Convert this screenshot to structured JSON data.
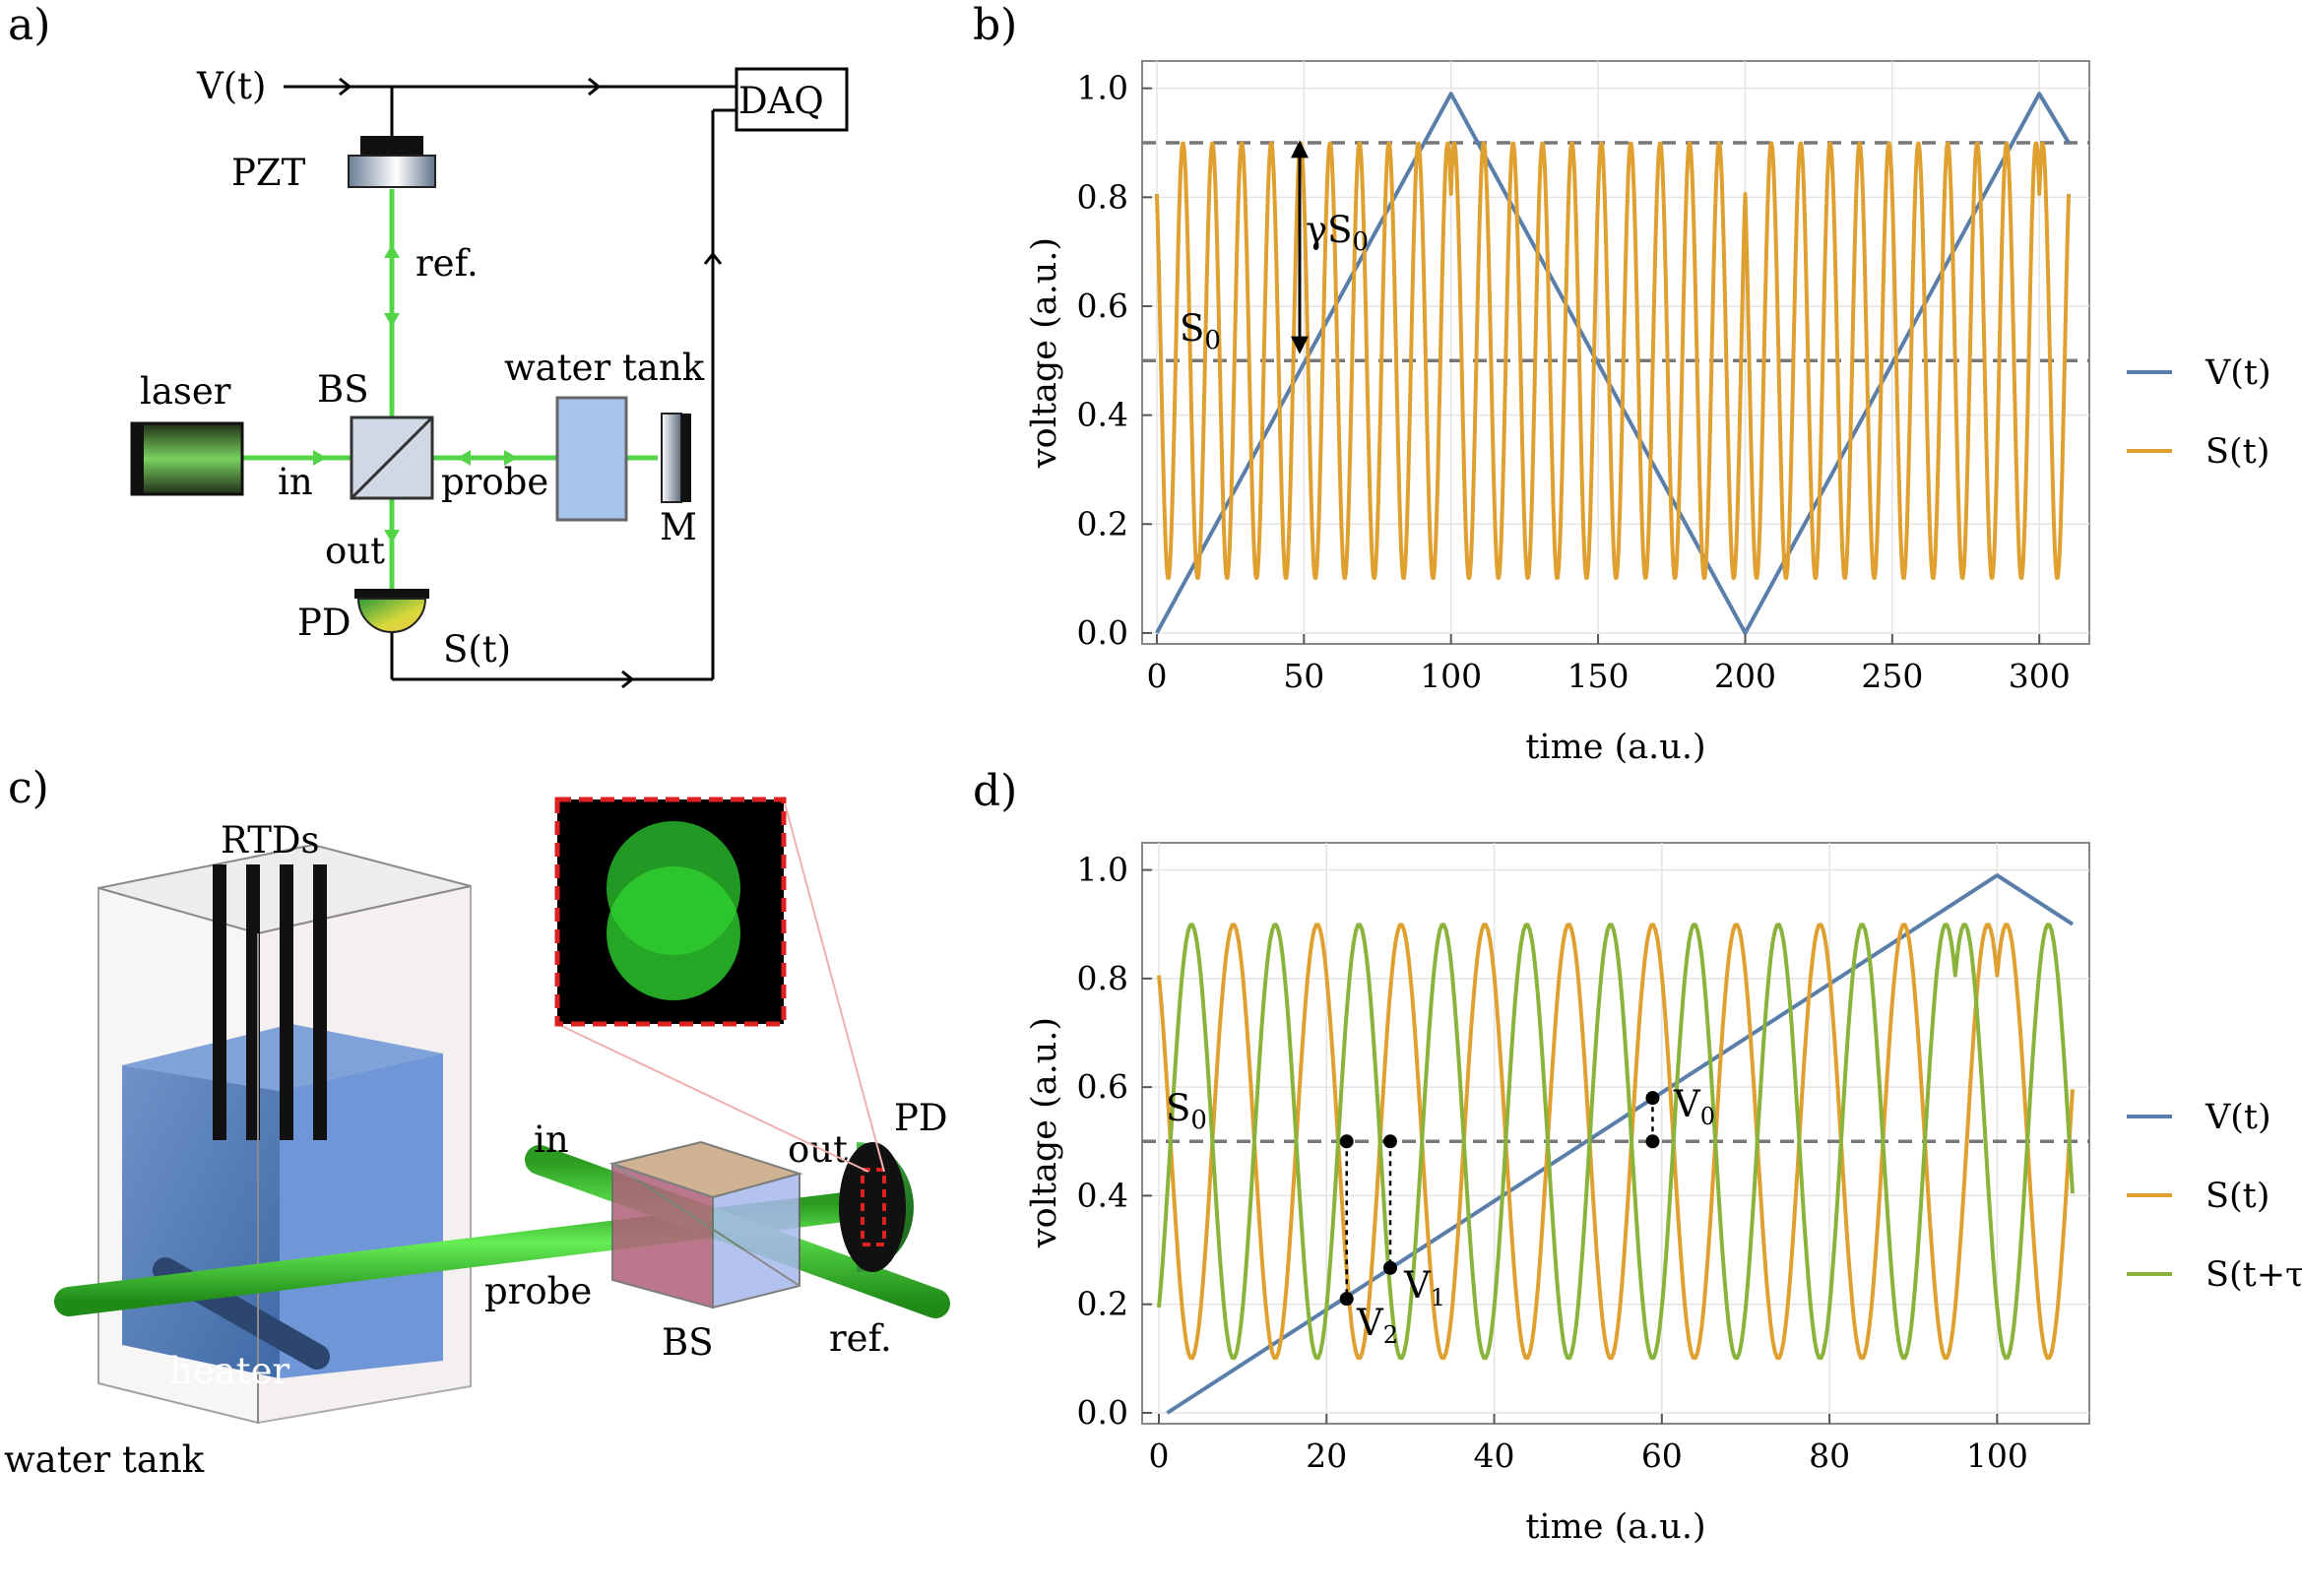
{
  "panels": {
    "a": "a)",
    "b": "b)",
    "c": "c)",
    "d": "d)"
  },
  "setup_a": {
    "vt": "V(t)",
    "daq": "DAQ",
    "pzt": "PZT",
    "ref": "ref.",
    "laser": "laser",
    "bs": "BS",
    "water_tank": "water tank",
    "in": "in",
    "probe": "probe",
    "m": "M",
    "out": "out",
    "pd": "PD",
    "st": "S(t)"
  },
  "setup_c": {
    "rtds": "RTDs",
    "in": "in",
    "out": "out",
    "pd": "PD",
    "probe": "probe",
    "bs": "BS",
    "ref": "ref.",
    "heater": "heater",
    "water_tank": "water tank"
  },
  "colors": {
    "vt": "#5a7eaa",
    "st": "#e0a030",
    "stau": "#8ab33c",
    "beam": "#55d44a",
    "water": "#9cb8e8",
    "threshold": "#777777"
  },
  "chart_data": [
    {
      "id": "b",
      "type": "line",
      "xlabel": "time (a.u.)",
      "ylabel": "voltage (a.u.)",
      "xlim": [
        -5,
        317
      ],
      "ylim": [
        -0.02,
        1.05
      ],
      "xticks": [
        0,
        50,
        100,
        150,
        200,
        250,
        300
      ],
      "yticks": [
        0.0,
        0.2,
        0.4,
        0.6,
        0.8,
        1.0
      ],
      "ytick_labels": [
        "0.0",
        "0.2",
        "0.4",
        "0.6",
        "0.8",
        "1.0"
      ],
      "grid": true,
      "legend_position": "right",
      "hlines": [
        0.9,
        0.5
      ],
      "annotations": {
        "s0": "S0",
        "gamma_s0": "γS0"
      },
      "series": [
        {
          "name": "V(t)",
          "color_key": "vt",
          "points": [
            [
              0,
              0
            ],
            [
              100,
              0.99
            ],
            [
              200,
              0
            ],
            [
              300,
              0.99
            ],
            [
              310,
              0.9
            ]
          ]
        },
        {
          "name": "S(t)",
          "color_key": "st",
          "formula": "0.5 + 0.4*cos(0.2*pi*phase(t) + 0.7)",
          "x_range": [
            0,
            310
          ]
        }
      ]
    },
    {
      "id": "d",
      "type": "line",
      "xlabel": "time (a.u.)",
      "ylabel": "voltage (a.u.)",
      "xlim": [
        -2,
        111
      ],
      "ylim": [
        -0.02,
        1.05
      ],
      "xticks": [
        0,
        20,
        40,
        60,
        80,
        100
      ],
      "yticks": [
        0.0,
        0.2,
        0.4,
        0.6,
        0.8,
        1.0
      ],
      "ytick_labels": [
        "0.0",
        "0.2",
        "0.4",
        "0.6",
        "0.8",
        "1.0"
      ],
      "grid": true,
      "legend_position": "right",
      "hlines": [
        0.5
      ],
      "annotations": {
        "s0": "S0",
        "v0": "V0",
        "v1": "V1",
        "v2": "V2"
      },
      "markers": [
        {
          "name": "V0",
          "x": 58.9,
          "y": 0.58
        },
        {
          "name": "V1",
          "x": 27.6,
          "y": 0.267
        },
        {
          "name": "V2",
          "x": 22.4,
          "y": 0.21
        }
      ],
      "series": [
        {
          "name": "V(t)",
          "color_key": "vt",
          "points": [
            [
              1,
              0
            ],
            [
              100,
              0.99
            ],
            [
              109,
              0.9
            ]
          ]
        },
        {
          "name": "S(t)",
          "color_key": "st",
          "formula": "0.5 + 0.4*cos(0.2*pi*phase(t) + 0.7)",
          "x_range": [
            0,
            109
          ]
        },
        {
          "name": "S(t+τ)",
          "color_key": "stau",
          "formula": "0.5 + 0.4*cos(0.2*pi*phase(t+5) + 0.7)",
          "x_range": [
            0,
            109
          ]
        }
      ]
    }
  ]
}
